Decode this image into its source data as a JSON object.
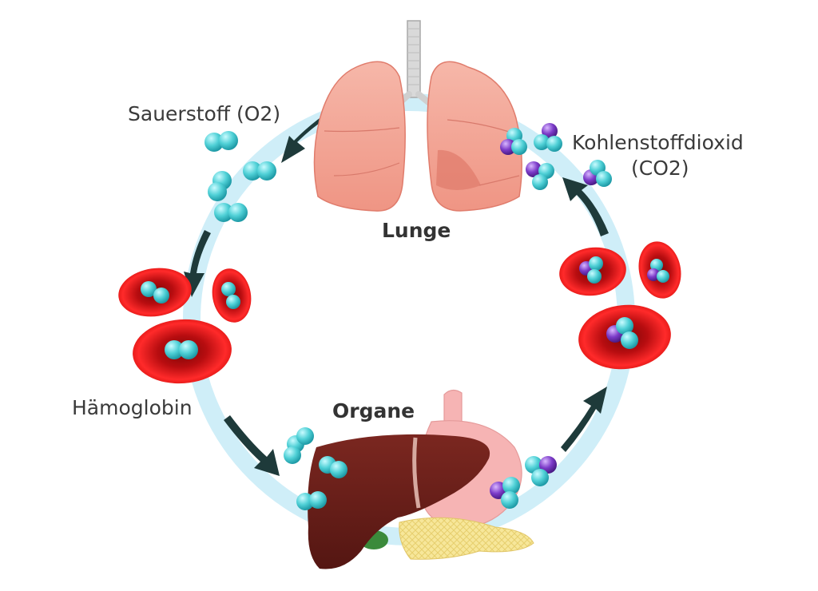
{
  "labels": {
    "oxygen": "Sauerstoff (O2)",
    "carbon_dioxide_line1": "Kohlenstoffdioxid",
    "carbon_dioxide_line2": "(CO2)",
    "lung": "Lunge",
    "organs": "Organe",
    "hemoglobin": "Hämoglobin"
  },
  "colors": {
    "cycle_band": "#cfeef8",
    "arrow": "#1e3a3a",
    "lung": "#f2a495",
    "lung_shadow": "#e07c6c",
    "trachea": "#d9d9d9",
    "blood_cell": "#e3161b",
    "blood_cell_center": "#8b0a0a",
    "oxygen_atom": "#4fd0d6",
    "carbon_atom": "#7c3cc9",
    "liver": "#6b1f1a",
    "stomach": "#f6b4b4",
    "pancreas": "#f7e79a",
    "gallbladder": "#3b8a3b"
  }
}
